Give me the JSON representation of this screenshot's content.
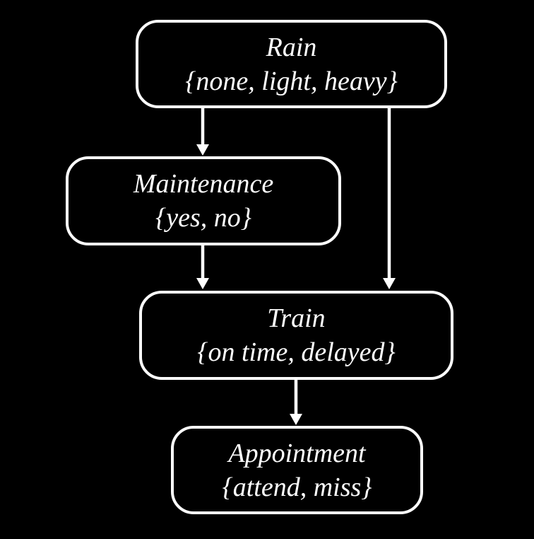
{
  "diagram": {
    "type": "bayesian-network",
    "nodes": [
      {
        "id": "rain",
        "label": "Rain",
        "states": "{none, light, heavy}"
      },
      {
        "id": "maintenance",
        "label": "Maintenance",
        "states": "{yes, no}"
      },
      {
        "id": "train",
        "label": "Train",
        "states": "{on time, delayed}"
      },
      {
        "id": "appointment",
        "label": "Appointment",
        "states": "{attend, miss}"
      }
    ],
    "edges": [
      {
        "from": "rain",
        "to": "maintenance"
      },
      {
        "from": "rain",
        "to": "train"
      },
      {
        "from": "maintenance",
        "to": "train"
      },
      {
        "from": "train",
        "to": "appointment"
      }
    ]
  },
  "colors": {
    "background": "#000000",
    "node_fill": "#000000",
    "node_border": "#ffffff",
    "text": "#ffffff",
    "arrow": "#ffffff"
  }
}
